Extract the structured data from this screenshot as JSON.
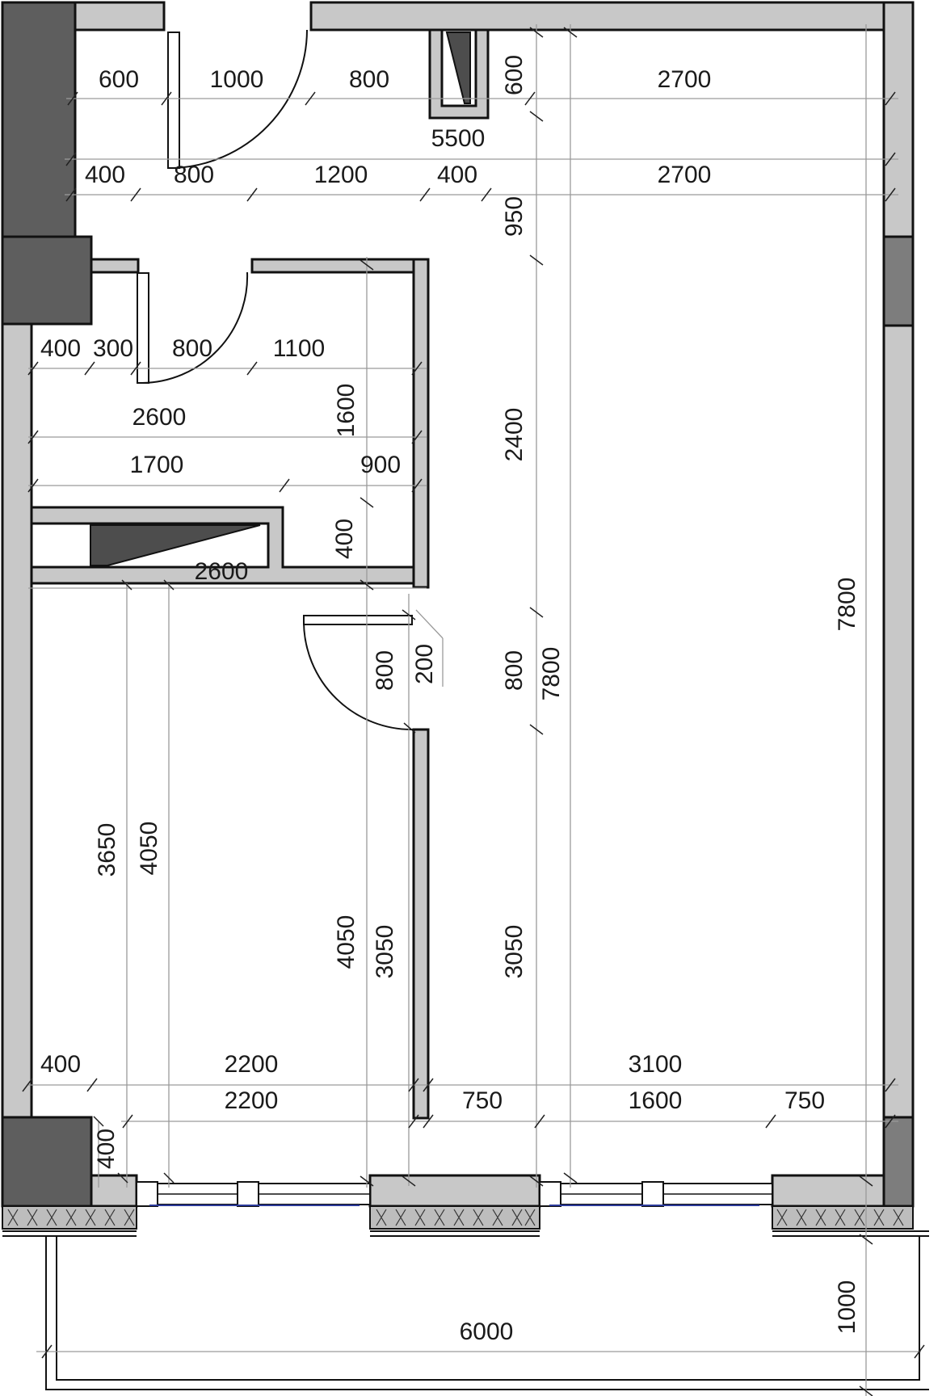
{
  "colors": {
    "wall_light": "#c8c8c8",
    "wall_dark": "#5e5e5e",
    "wall_mid": "#7d7d7d",
    "outline": "#111111",
    "dim_line": "#9a9a9a",
    "text": "#1a1a1a",
    "shaft_fill": "#4d4d4d",
    "window_accent": "#2b3a9a"
  },
  "icons": [
    "door-swing-icon",
    "ventilation-shaft-icon",
    "window-icon",
    "hatch-insulation-icon",
    "dimension-tick-icon"
  ],
  "dimensions": {
    "d_top_600": "600",
    "d_top_1000": "1000",
    "d_top_800": "800",
    "d_shaft_600": "600",
    "d_top_2700a": "2700",
    "d_5500": "5500",
    "d_400a": "400",
    "d_800a": "800",
    "d_1200": "1200",
    "d_400b": "400",
    "d_2700b": "2700",
    "d_950": "950",
    "d_400c": "400",
    "d_300": "300",
    "d_800b": "800",
    "d_1100": "1100",
    "d_2600a": "2600",
    "d_1600v": "1600",
    "d_2400": "2400",
    "d_1700": "1700",
    "d_900": "900",
    "d_400v": "400",
    "d_2600b": "2600",
    "d_7800r": "7800",
    "d_800c": "800",
    "d_200": "200",
    "d_800d": "800",
    "d_7800c": "7800",
    "d_3650": "3650",
    "d_4050a": "4050",
    "d_4050b": "4050",
    "d_3050a": "3050",
    "d_3050b": "3050",
    "d_400d": "400",
    "d_2200a": "2200",
    "d_3100": "3100",
    "d_2200b": "2200",
    "d_750a": "750",
    "d_1600": "1600",
    "d_750b": "750",
    "d_400e": "400",
    "d_1000v": "1000",
    "d_6000": "6000"
  }
}
